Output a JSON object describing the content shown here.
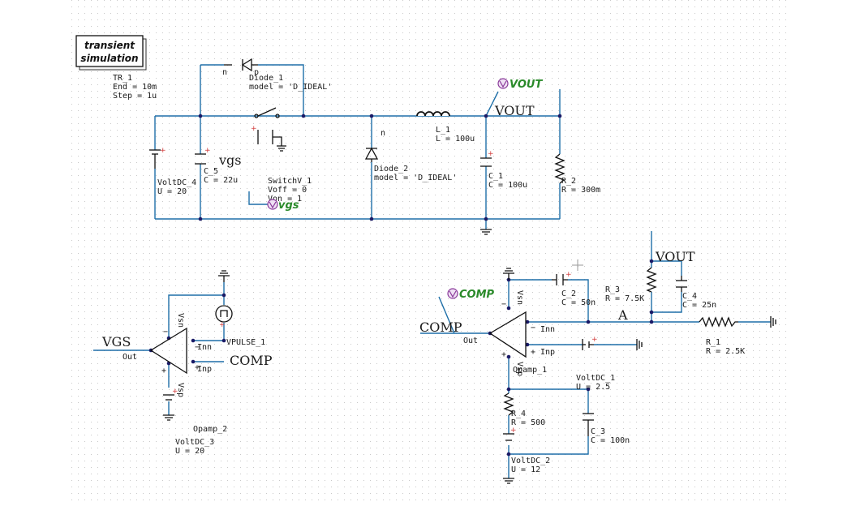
{
  "colors": {
    "wire": "#1e6fa8",
    "probe": "#2a8a2a",
    "probe_icon": "#8a3a9a",
    "component": "#111111",
    "node": "#1a1a66",
    "polarity": "#d23a3a"
  },
  "sim": {
    "badge_line1": "transient",
    "badge_line2": "simulation",
    "name": "TR_1",
    "end": "End = 10m",
    "step": "Step = 1u"
  },
  "diode1": {
    "name": "Diode_1",
    "model": "model = 'D_IDEAL'",
    "n": "n",
    "p": "p"
  },
  "diode2": {
    "name": "Diode_2",
    "model": "model = 'D_IDEAL'",
    "n": "n"
  },
  "switch": {
    "name": "SwitchV_1",
    "voff": "Voff = 0",
    "von": "Von = 1"
  },
  "volt4": {
    "name": "VoltDC_4",
    "u": "U = 20"
  },
  "cap5": {
    "name": "C_5",
    "c": "C = 22u"
  },
  "ind1": {
    "name": "L_1",
    "l": "L = 100u"
  },
  "cap1": {
    "name": "C_1",
    "c": "C = 100u"
  },
  "res2": {
    "name": "R_2",
    "r": "R = 300m"
  },
  "nets": {
    "vgs": "vgs",
    "vout": "VOUT",
    "vout2": "VOUT",
    "VGS": "VGS",
    "comp1": "COMP",
    "comp2": "COMP",
    "a": "A"
  },
  "probes": {
    "vout": "VOUT",
    "vgs": "vgs",
    "comp": "COMP"
  },
  "opamp2": {
    "name": "Opamp_2",
    "vsn": "Vsn",
    "vsp": "Vsp",
    "inn": "Inn",
    "inp": "Inp",
    "out": "Out"
  },
  "vpulse": {
    "name": "VPULSE_1"
  },
  "volt3": {
    "name": "VoltDC_3",
    "u": "U = 20"
  },
  "opamp1": {
    "name": "Opamp_1",
    "vsn": "Vsn",
    "vsp": "Vsp",
    "inn": "Inn",
    "inp": "Inp",
    "out": "Out"
  },
  "cap2": {
    "name": "C_2",
    "c": "C = 50n"
  },
  "res3": {
    "name": "R_3",
    "r": "R = 7.5K"
  },
  "cap4": {
    "name": "C_4",
    "c": "C = 25n"
  },
  "res1": {
    "name": "R_1",
    "r": "R = 2.5K"
  },
  "volt1": {
    "name": "VoltDC_1",
    "u": "U = 2.5"
  },
  "res4": {
    "name": "R_4",
    "r": "R = 500"
  },
  "cap3": {
    "name": "C_3",
    "c": "C = 100n"
  },
  "volt2": {
    "name": "VoltDC_2",
    "u": "U = 12"
  }
}
